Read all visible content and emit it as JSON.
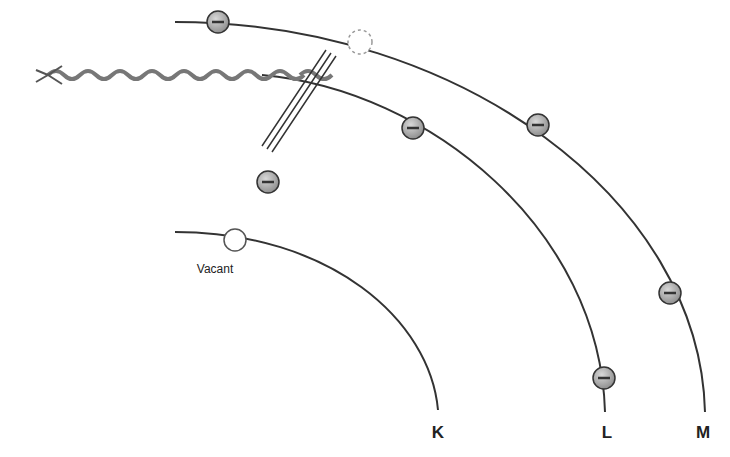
{
  "diagram": {
    "labels": [
      "Vacant",
      "K",
      "L",
      "M"
    ]
  }
}
